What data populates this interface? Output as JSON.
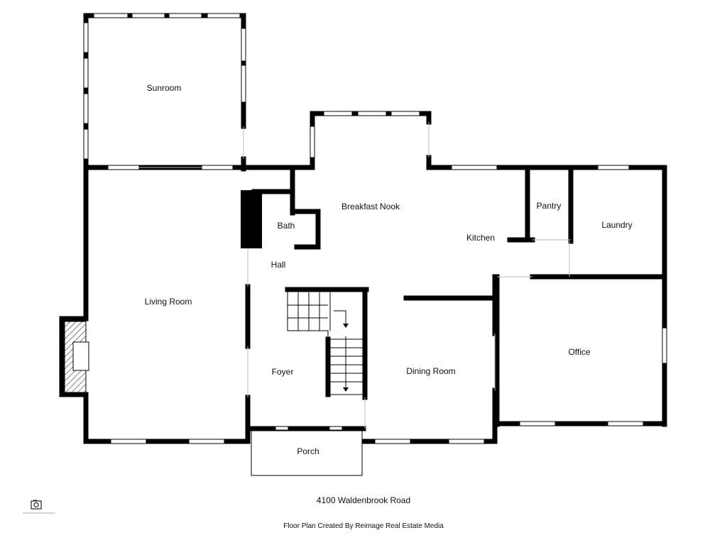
{
  "rooms": {
    "sunroom": "Sunroom",
    "breakfast_nook": "Breakfast Nook",
    "pantry": "Pantry",
    "laundry": "Laundry",
    "bath": "Bath",
    "kitchen": "Kitchen",
    "hall": "Hall",
    "living_room": "Living Room",
    "office": "Office",
    "foyer": "Foyer",
    "dining_room": "Dining Room",
    "porch": "Porch"
  },
  "address": "4100 Waldenbrook Road",
  "credit": "Floor Plan Created By Reimage Real Estate Media",
  "colors": {
    "wall": "#000000",
    "window": "#ffffff",
    "background": "#ffffff"
  },
  "icons": {
    "logo": "camera-logo-icon",
    "stair_arrow": "arrow-down-icon"
  }
}
